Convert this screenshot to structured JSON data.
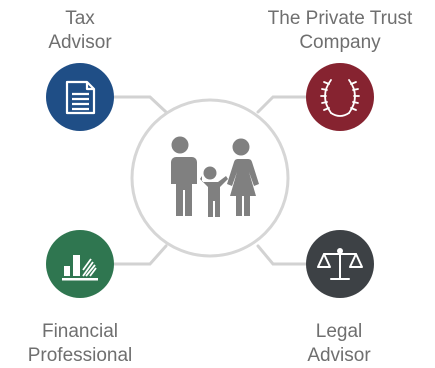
{
  "nodes": {
    "tax_advisor": {
      "line1": "Tax",
      "line2": "Advisor",
      "color": "#1f4e86"
    },
    "private_trust": {
      "line1": "The Private Trust",
      "line2": "Company",
      "color": "#862330"
    },
    "financial_professional": {
      "line1": "Financial",
      "line2": "Professional",
      "color": "#2f7650"
    },
    "legal_advisor": {
      "line1": "Legal",
      "line2": "Advisor",
      "color": "#3d4145"
    }
  },
  "center": {
    "icon": "family-icon",
    "ring_color": "#d6d6d6"
  },
  "icons": {
    "tax_advisor": "document-icon",
    "private_trust": "laurel-wreath-icon",
    "financial_professional": "bar-chart-icon",
    "legal_advisor": "scales-icon"
  },
  "colors": {
    "connector": "#d2d2d2",
    "label": "#6f6f6f",
    "person": "#808080"
  }
}
